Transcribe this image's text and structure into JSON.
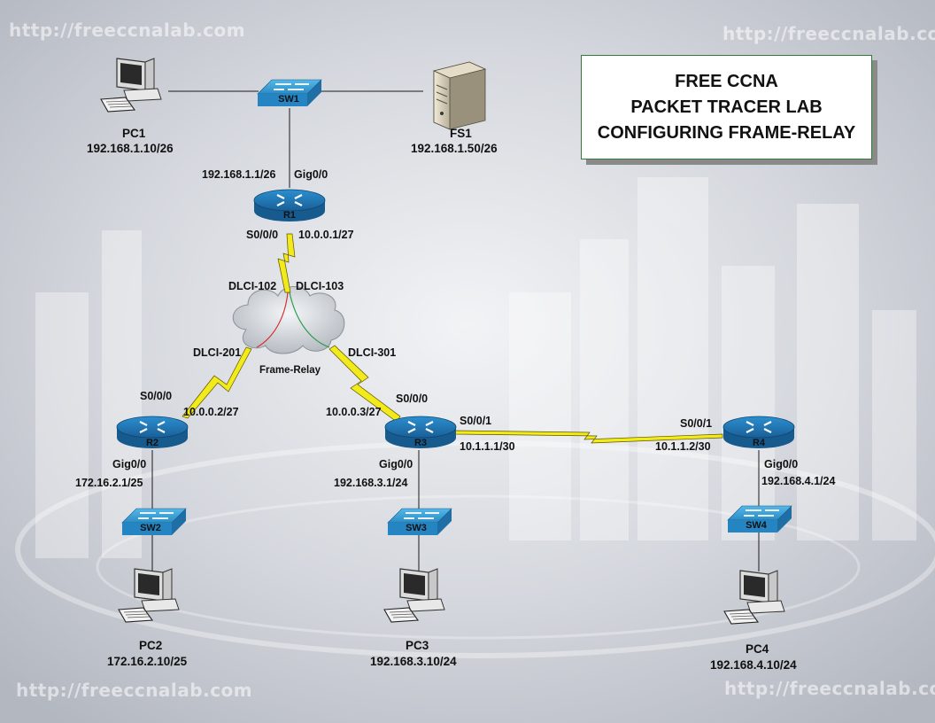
{
  "watermark": "http://freeccnalab.com",
  "title": {
    "line1": "FREE CCNA",
    "line2": "PACKET TRACER LAB",
    "line3": "CONFIGURING FRAME-RELAY"
  },
  "devices": {
    "pc1": {
      "name": "PC1",
      "ip": "192.168.1.10/26"
    },
    "fs1": {
      "name": "FS1",
      "ip": "192.168.1.50/26"
    },
    "sw1": {
      "name": "SW1"
    },
    "r1": {
      "name": "R1",
      "gig_ip": "192.168.1.1/26",
      "gig_if": "Gig0/0",
      "ser_if": "S0/0/0",
      "ser_ip": "10.0.0.1/27"
    },
    "cloud": {
      "name": "Frame-Relay",
      "dlci_102": "DLCI-102",
      "dlci_103": "DLCI-103",
      "dlci_201": "DLCI-201",
      "dlci_301": "DLCI-301"
    },
    "r2": {
      "name": "R2",
      "ser_if": "S0/0/0",
      "ser_ip": "10.0.0.2/27",
      "gig_if": "Gig0/0",
      "gig_ip": "172.16.2.1/25"
    },
    "r3": {
      "name": "R3",
      "ser_if": "S0/0/0",
      "ser_ip": "10.0.0.3/27",
      "ser1_if": "S0/0/1",
      "ser1_ip": "10.1.1.1/30",
      "gig_if": "Gig0/0",
      "gig_ip": "192.168.3.1/24"
    },
    "r4": {
      "name": "R4",
      "ser_if": "S0/0/1",
      "ser_ip": "10.1.1.2/30",
      "gig_if": "Gig0/0",
      "gig_ip": "192.168.4.1/24"
    },
    "sw2": {
      "name": "SW2"
    },
    "sw3": {
      "name": "SW3"
    },
    "sw4": {
      "name": "SW4"
    },
    "pc2": {
      "name": "PC2",
      "ip": "172.16.2.10/25"
    },
    "pc3": {
      "name": "PC3",
      "ip": "192.168.3.10/24"
    },
    "pc4": {
      "name": "PC4",
      "ip": "192.168.4.10/24"
    }
  },
  "colors": {
    "router": "#1f78b4",
    "switch": "#3a9fd8",
    "serial_link": "#f2ea1a",
    "pvc_102": "#d32f2f",
    "pvc_103": "#2e9e4f",
    "title_border": "#2e7d32"
  }
}
